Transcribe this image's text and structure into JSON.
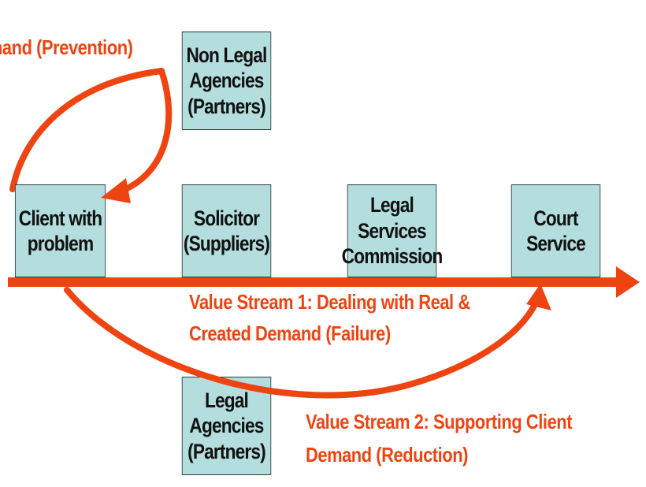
{
  "colors": {
    "accent": "#ee4411",
    "box_fill": "#b4dede",
    "box_border": "#2a3a3a",
    "text": "#111111"
  },
  "nodes": {
    "non_legal": "Non Legal\nAgencies\n(Partners)",
    "client": "Client with\nproblem",
    "solicitor": "Solicitor\n(Suppliers)",
    "lsc": "Legal\nServices\nCommission",
    "court": "Court\nService",
    "legal": "Legal\nAgencies\n(Partners)"
  },
  "labels": {
    "prevention": "nand (Prevention)",
    "stream1": "Value Stream 1: Dealing with Real &\n        Created Demand (Failure)",
    "stream2": "Value Stream 2: Supporting Client\nDemand (Reduction)"
  }
}
